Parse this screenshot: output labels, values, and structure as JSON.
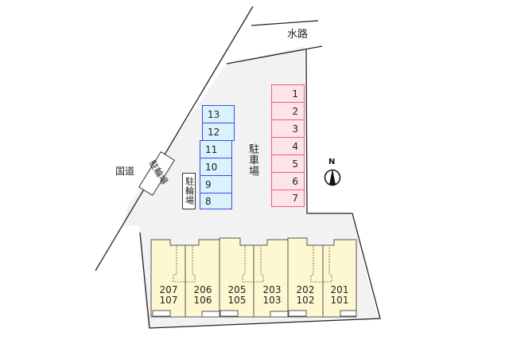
{
  "labels": {
    "waterway": "水路",
    "national_road": "国道",
    "parking": "駐車場",
    "bicycle_parking_left": "駐輪場",
    "bicycle_parking_inner": "駐輪場",
    "north": "N"
  },
  "colors": {
    "ground": "#f2f2f2",
    "outline": "#222222",
    "red_space_fill": "#fde3ea",
    "red_space_border": "#f06070",
    "blue_space_fill": "#d9f2fd",
    "blue_space_border": "#3a4de0",
    "building_fill": "#fdf8d0",
    "building_border": "#555555"
  },
  "parking_red": [
    "1",
    "2",
    "3",
    "4",
    "5",
    "6",
    "7"
  ],
  "parking_blue": [
    "13",
    "12",
    "11",
    "10",
    "9",
    "8"
  ],
  "units": [
    {
      "upper": "207",
      "lower": "107"
    },
    {
      "upper": "206",
      "lower": "106"
    },
    {
      "upper": "205",
      "lower": "105"
    },
    {
      "upper": "203",
      "lower": "103"
    },
    {
      "upper": "202",
      "lower": "102"
    },
    {
      "upper": "201",
      "lower": "101"
    }
  ]
}
